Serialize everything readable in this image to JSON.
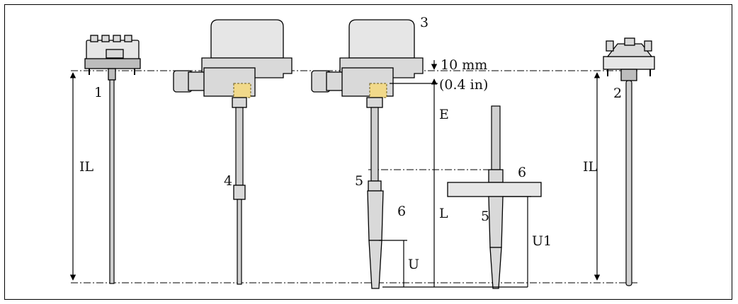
{
  "labels": {
    "n1": "1",
    "n2": "2",
    "n3": "3",
    "n4": "4",
    "n5a": "5",
    "n5b": "5",
    "n6a": "6",
    "n6b": "6",
    "il_left": "IL",
    "il_right": "IL",
    "mm": "10 mm",
    "inch": "(0.4 in)",
    "e": "E",
    "l": "L",
    "u": "U",
    "u1": "U1"
  }
}
